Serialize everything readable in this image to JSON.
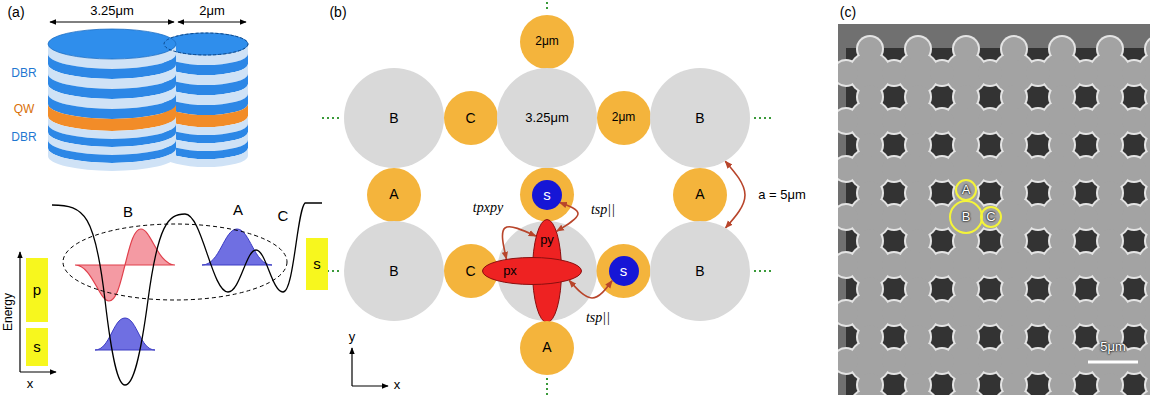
{
  "diagram": {
    "nodes": [
      {
        "text": [
          "p"
        ]
      },
      {
        "text": [
          "s"
        ]
      },
      {
        "text": [
          "s"
        ]
      },
      {
        "text": [
          "2μm"
        ]
      },
      {
        "text": [
          "B"
        ]
      },
      {
        "text": [
          "C"
        ]
      },
      {
        "text": [
          "3.25μm"
        ]
      },
      {
        "text": [
          "2μm"
        ]
      },
      {
        "text": [
          "B"
        ]
      },
      {
        "text": [
          "A"
        ]
      },
      {
        "text": [
          "s"
        ]
      },
      {
        "text": [
          "A"
        ]
      },
      {
        "text": [
          "py"
        ]
      },
      {
        "text": [
          "B"
        ]
      },
      {
        "text": [
          "C"
        ]
      },
      {
        "text": [
          "px"
        ]
      },
      {
        "text": [
          "s"
        ]
      },
      {
        "text": [
          "B"
        ]
      },
      {
        "text": [
          "A"
        ]
      },
      {
        "text": [
          "A"
        ]
      },
      {
        "text": [
          "B"
        ]
      },
      {
        "text": [
          "C"
        ]
      }
    ],
    "edges": [
      {
        "from": 15,
        "to": 12,
        "arrow": "both",
        "label": "tpxpy"
      },
      {
        "from": 10,
        "to": 12,
        "arrow": "both",
        "label": "tsp||"
      },
      {
        "from": 15,
        "to": 16,
        "arrow": "both",
        "label": "tsp||"
      },
      {
        "from": 8,
        "to": 17,
        "arrow": "both",
        "label": "a = 5μm"
      }
    ],
    "labels": [
      "(a)",
      "3.25μm",
      "2μm",
      "DBR",
      "QW",
      "DBR",
      "B",
      "A",
      "C",
      "Energy",
      "x",
      "(b)",
      "y",
      "x",
      "(c)",
      "5μm"
    ]
  }
}
